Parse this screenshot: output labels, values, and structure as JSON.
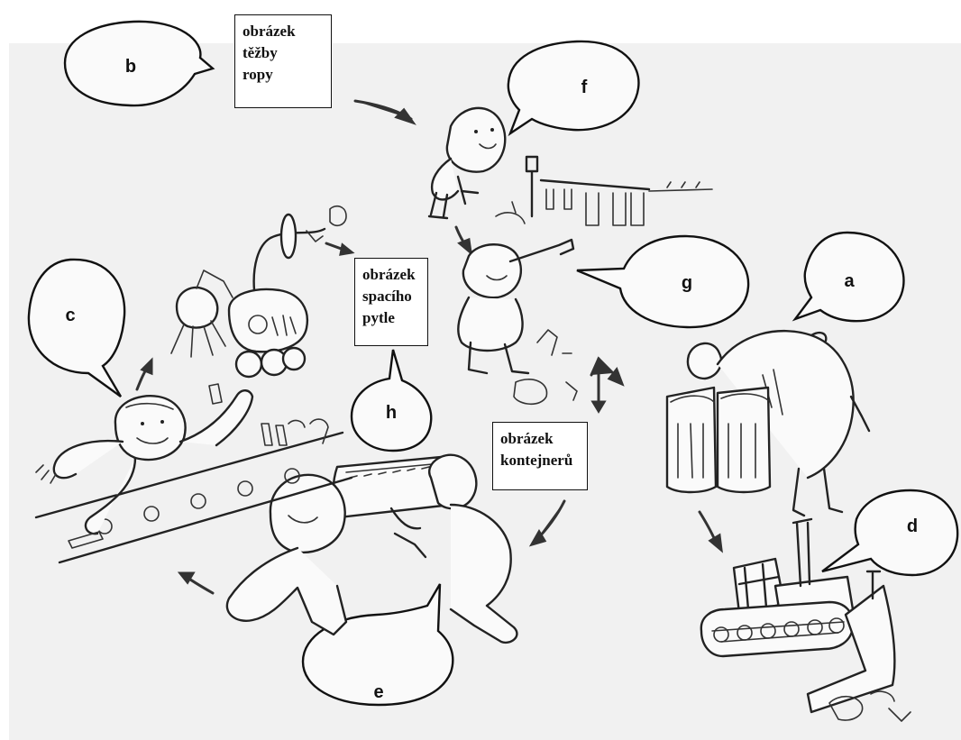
{
  "bubbles": {
    "a": "a",
    "b": "b",
    "c": "c",
    "d": "d",
    "e": "e",
    "f": "f",
    "g": "g",
    "h": "h"
  },
  "boxes": {
    "oil": "obrázek\ntěžby\nropy",
    "sleeping_bag": "obrázek\nspacího\npytle",
    "containers": "obrázek\nkontejnerů"
  },
  "colors": {
    "background": "#f1f1f1",
    "ink": "#222222",
    "paper": "#ffffff"
  }
}
